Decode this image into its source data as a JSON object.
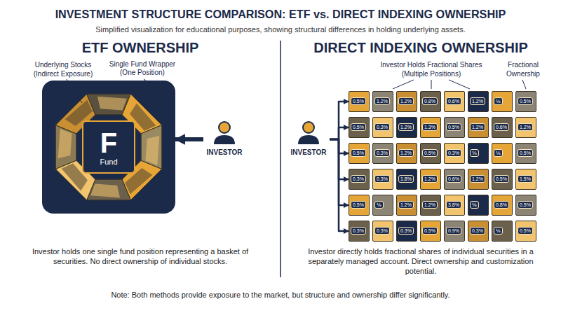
{
  "diagram": {
    "title": "INVESTMENT STRUCTURE COMPARISON: ETF vs. DIRECT INDEXING OWNERSHIP",
    "nodes": [
      {
        "text": [
          "Single Fund Wrapper (One Position)"
        ]
      },
      {
        "text": [
          "F",
          "Fund"
        ],
        "in": 0
      },
      {
        "text": [
          "INVESTOR"
        ]
      },
      {
        "text": [
          "INVESTOR"
        ]
      },
      {
        "text": [
          "0.5%"
        ]
      },
      {
        "text": [
          "1.2%"
        ]
      },
      {
        "text": [
          "1.2%"
        ]
      },
      {
        "text": [
          "0.8%"
        ]
      },
      {
        "text": [
          "0.6%"
        ]
      },
      {
        "text": [
          "1.2%"
        ]
      },
      {
        "text": [
          "⅙"
        ]
      },
      {
        "text": [
          "0.5%"
        ]
      },
      {
        "text": [
          "0.5%"
        ]
      },
      {
        "text": [
          "0.3%"
        ]
      },
      {
        "text": [
          "1.2%"
        ]
      },
      {
        "text": [
          "1.3%"
        ]
      },
      {
        "text": [
          "0.5%"
        ]
      },
      {
        "text": [
          "1.2%"
        ]
      },
      {
        "text": [
          "0.6%"
        ]
      },
      {
        "text": [
          "1.2%"
        ]
      },
      {
        "text": [
          "0.5%"
        ]
      },
      {
        "text": [
          "0.3%"
        ]
      },
      {
        "text": [
          "1.2%"
        ]
      },
      {
        "text": [
          "0.5%"
        ]
      },
      {
        "text": [
          "0.3%"
        ]
      },
      {
        "text": [
          "⅙"
        ]
      },
      {
        "text": [
          "⅙"
        ]
      },
      {
        "text": [
          "0.5%"
        ]
      },
      {
        "text": [
          "0.3%"
        ]
      },
      {
        "text": [
          "0.3%"
        ]
      },
      {
        "text": [
          "1.8%"
        ]
      },
      {
        "text": [
          "1.2%"
        ]
      },
      {
        "text": [
          "0.6%"
        ]
      },
      {
        "text": [
          "1.2%"
        ]
      },
      {
        "text": [
          "0.5%"
        ]
      },
      {
        "text": [
          "1.5%"
        ]
      },
      {
        "text": [
          "0.5%"
        ]
      },
      {
        "text": [
          "⅙"
        ]
      },
      {
        "text": [
          "1.2%"
        ]
      },
      {
        "text": [
          "1.2%"
        ]
      },
      {
        "text": [
          "3.8%"
        ]
      },
      {
        "text": [
          "⅙"
        ]
      },
      {
        "text": [
          "0.8%"
        ]
      },
      {
        "text": [
          "0.5%"
        ]
      },
      {
        "text": [
          "0.3%"
        ]
      },
      {
        "text": [
          "0.3%"
        ]
      },
      {
        "text": [
          "0.3%"
        ]
      },
      {
        "text": [
          "0.5%"
        ]
      },
      {
        "text": [
          "0.9%"
        ]
      },
      {
        "text": [
          "0.3%"
        ]
      },
      {
        "text": [
          "⅙"
        ]
      },
      {
        "text": [
          "0.5%"
        ]
      }
    ],
    "edges": [
      {
        "from": 2,
        "to": 0,
        "arrow": "to"
      },
      {
        "from": 3,
        "to": 4,
        "arrow": "to"
      },
      {
        "from": 3,
        "to": 12,
        "arrow": "to"
      },
      {
        "from": 3,
        "to": 20,
        "arrow": "to"
      },
      {
        "from": 3,
        "to": 28,
        "arrow": "to"
      },
      {
        "from": 3,
        "to": 36,
        "arrow": "to"
      },
      {
        "from": 3,
        "to": 44,
        "arrow": "to"
      }
    ],
    "labels": [
      "Simplified visualization for educational purposes, showing structural differences in holding underlying assets.",
      "ETF OWNERSHIP",
      "Underlying Stocks (Indirect Exposure)",
      "DIRECT INDEXING OWNERSHIP",
      "Investor Holds Fractional Shares (Multiple Positions)",
      "Fractional Ownership",
      "Investor holds one single fund position representing a basket of securities. No direct ownership of individual stocks.",
      "Investor directly holds fractional shares of individual securities in a separately managed account. Direct ownership and customization potential.",
      "Note: Both methods provide exposure to the market, but structure and ownership differ significantly."
    ]
  }
}
